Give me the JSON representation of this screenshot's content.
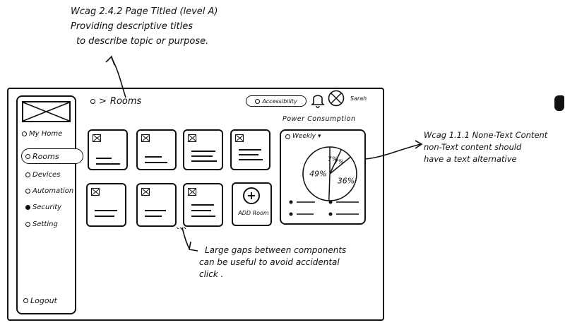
{
  "annotations": {
    "top": [
      "Wcag 2.4.2 Page Titled (level A)",
      "Providing descriptive titles",
      "to describe topic or purpose."
    ],
    "right": [
      "Wcag 1.1.1 None-Text Content",
      "non-Text content should",
      "have a text alternative"
    ],
    "bottom": [
      "Large gaps between components",
      "can be useful to avoid accidental",
      "click ."
    ]
  },
  "sidebar": {
    "my_home": "My Home",
    "rooms": "Rooms",
    "items": [
      "Devices",
      "Automation",
      "Security",
      "Setting"
    ],
    "logout": "Logout"
  },
  "header": {
    "breadcrumb_sep": ">",
    "breadcrumb": "Rooms",
    "accessibility": "Accessibility",
    "user": "Sarah"
  },
  "add_room": {
    "icon": "+",
    "label": "ADD Room"
  },
  "power": {
    "title": "Power Consumption",
    "period": "Weekly",
    "dropdown_icon": "▾"
  },
  "chart_data": {
    "type": "pie",
    "title": "Power Consumption",
    "values": [
      49,
      36,
      7,
      7
    ],
    "labels": [
      "49%",
      "36%",
      "7%",
      "7%"
    ]
  },
  "colors": {
    "ink": "#111111",
    "paper": "#ffffff"
  },
  "icons": [
    "image-placeholder-icon",
    "bell-icon",
    "avatar-icon",
    "radio-dot-icon",
    "plus-icon",
    "dropdown-icon"
  ]
}
